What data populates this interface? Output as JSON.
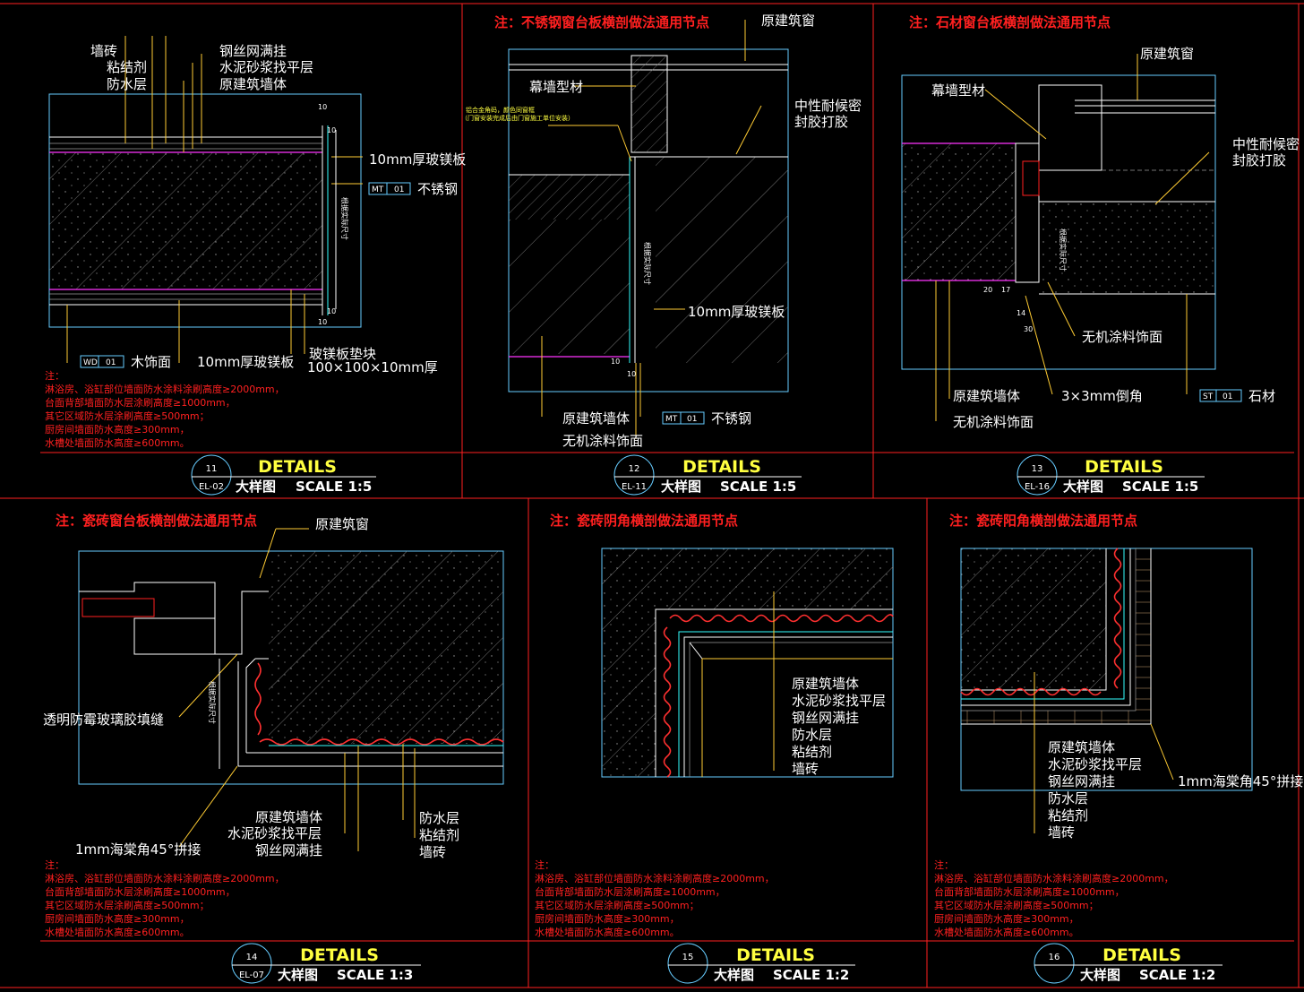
{
  "common": {
    "details_word": "DETAILS",
    "note_prefix": "注：",
    "note_lines": [
      "淋浴房、浴缸部位墙面防水涂料涂刷高度≥2000mm，",
      "台面背部墙面防水层涂刷高度≥1000mm，",
      "其它区域防水层涂刷高度≥500mm；",
      "厨房间墙面防水高度≥300mm，",
      "水槽处墙面防水高度≥600mm。"
    ]
  },
  "colors": {
    "frame": "#ff2020",
    "drawing": "#66ccff",
    "leader": "#ffcc33",
    "title": "#ffff40",
    "waterproof": "#ff33ff"
  },
  "panels": [
    {
      "id": "p11",
      "num": "11",
      "ref": "EL-02",
      "subtitle": "大样图",
      "scale": "SCALE  1:5",
      "labels": [
        "墙砖",
        "粘结剂",
        "防水层",
        "钢丝网满挂",
        "水泥砂浆找平层",
        "原建筑墙体",
        "10mm厚玻镁板",
        "不锈钢",
        "木饰面",
        "10mm厚玻镁板",
        "玻镁板垫块",
        "100×100×10mm厚"
      ],
      "tags": [
        "MT",
        "01",
        "WD",
        "01"
      ],
      "dims": [
        "10",
        "10",
        "10",
        "10",
        "根据实际尺寸"
      ]
    },
    {
      "id": "p12",
      "num": "12",
      "ref": "EL-11",
      "subtitle": "大样图",
      "scale": "SCALE  1:5",
      "title": "注：不锈钢窗台板横剖做法通用节点",
      "labels": [
        "原建筑窗",
        "幕墙型材",
        "中性耐候密",
        "封胶打胶",
        "10mm厚玻镁板",
        "原建筑墙体",
        "无机涂料饰面",
        "不锈钢"
      ],
      "small_note": [
        "铝合金角码，颜色同窗框",
        "（门窗安装完成后由门窗施工单位安装）"
      ],
      "tags": [
        "MT",
        "01"
      ],
      "dims": [
        "10",
        "10",
        "根据实际尺寸"
      ]
    },
    {
      "id": "p13",
      "num": "13",
      "ref": "EL-16",
      "subtitle": "大样图",
      "scale": "SCALE  1:5",
      "title": "注：石材窗台板横剖做法通用节点",
      "labels": [
        "原建筑窗",
        "幕墙型材",
        "中性耐候密",
        "封胶打胶",
        "无机涂料饰面",
        "原建筑墙体",
        "3×3mm倒角",
        "无机涂料饰面",
        "石材"
      ],
      "tags": [
        "ST",
        "01"
      ],
      "dims": [
        "20",
        "17",
        "14",
        "30",
        "根据实际尺寸"
      ]
    },
    {
      "id": "p14",
      "num": "14",
      "ref": "EL-07",
      "subtitle": "大样图",
      "scale": "SCALE  1:3",
      "title": "注：瓷砖窗台板横剖做法通用节点",
      "labels": [
        "原建筑窗",
        "透明防霉玻璃胶填缝",
        "1mm海棠角45°拼接",
        "原建筑墙体",
        "水泥砂浆找平层",
        "钢丝网满挂",
        "防水层",
        "粘结剂",
        "墙砖"
      ],
      "dims": [
        "根据实际尺寸"
      ]
    },
    {
      "id": "p15",
      "num": "15",
      "ref": "",
      "subtitle": "大样图",
      "scale": "SCALE  1:2",
      "title": "注：瓷砖阴角横剖做法通用节点",
      "labels": [
        "原建筑墙体",
        "水泥砂浆找平层",
        "钢丝网满挂",
        "防水层",
        "粘结剂",
        "墙砖"
      ]
    },
    {
      "id": "p16",
      "num": "16",
      "ref": "",
      "subtitle": "大样图",
      "scale": "SCALE  1:2",
      "title": "注：瓷砖阳角横剖做法通用节点",
      "labels": [
        "原建筑墙体",
        "水泥砂浆找平层",
        "钢丝网满挂",
        "防水层",
        "粘结剂",
        "墙砖",
        "1mm海棠角45°拼接"
      ]
    }
  ]
}
